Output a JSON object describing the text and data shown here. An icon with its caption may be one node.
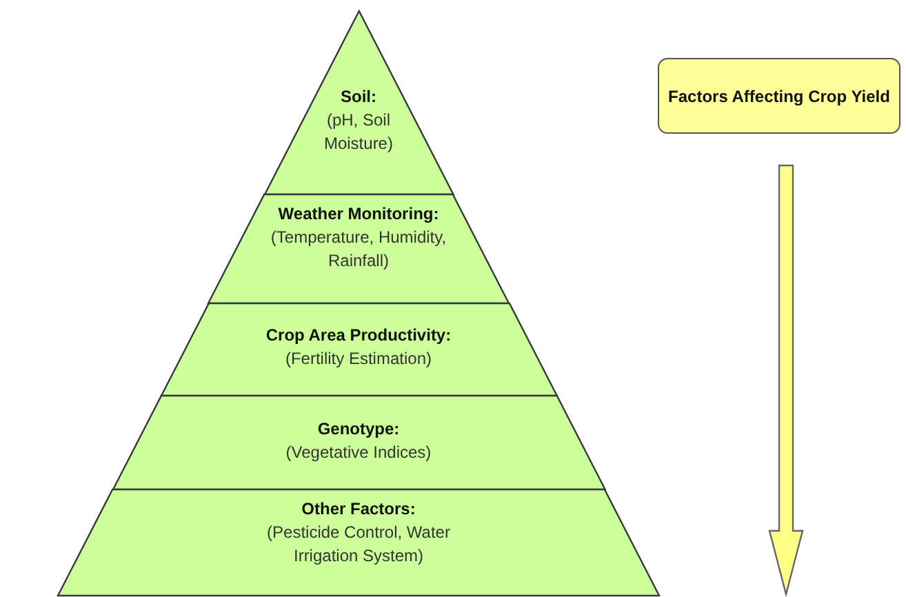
{
  "diagram": {
    "nodes": [
      {
        "text": [
          "Soil:",
          "(pH, Soil Moisture)"
        ]
      },
      {
        "text": [
          "Weather Monitoring:",
          "(Temperature, Humidity, Rainfall)"
        ]
      },
      {
        "text": [
          "Crop Area Productivity:",
          "(Fertility Estimation)"
        ]
      },
      {
        "text": [
          "Genotype:",
          "(Vegetative Indices)"
        ]
      },
      {
        "text": [
          "Other Factors:",
          "(Pesticide Control, Water Irrigation System)"
        ]
      },
      {
        "text": [
          "Factors Affecting Crop Yield"
        ]
      }
    ]
  }
}
